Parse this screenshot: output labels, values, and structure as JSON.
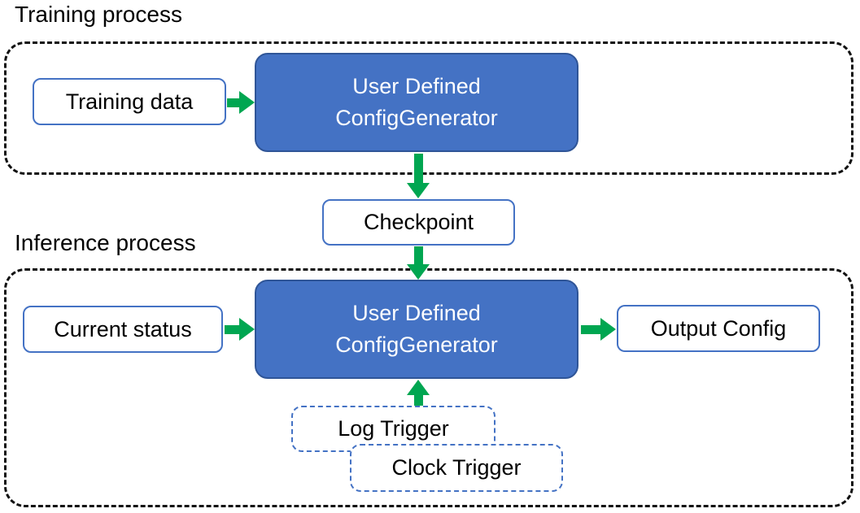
{
  "colors": {
    "accent_blue": "#4472C4",
    "generator_fill": "#4472C4",
    "generator_border": "#2F5597",
    "arrow_green": "#00A651",
    "outline_black": "#111111",
    "text_black": "#000000",
    "generator_text": "#FFFFFF",
    "canvas_bg": "#FFFFFF"
  },
  "training": {
    "title": "Training process",
    "input_label": "Training data",
    "generator_line1": "User Defined",
    "generator_line2": "ConfigGenerator"
  },
  "checkpoint": {
    "label": "Checkpoint"
  },
  "inference": {
    "title": "Inference process",
    "input_label": "Current status",
    "generator_line1": "User Defined",
    "generator_line2": "ConfigGenerator",
    "output_label": "Output Config",
    "triggers": {
      "log": "Log Trigger",
      "clock": "Clock Trigger"
    }
  }
}
